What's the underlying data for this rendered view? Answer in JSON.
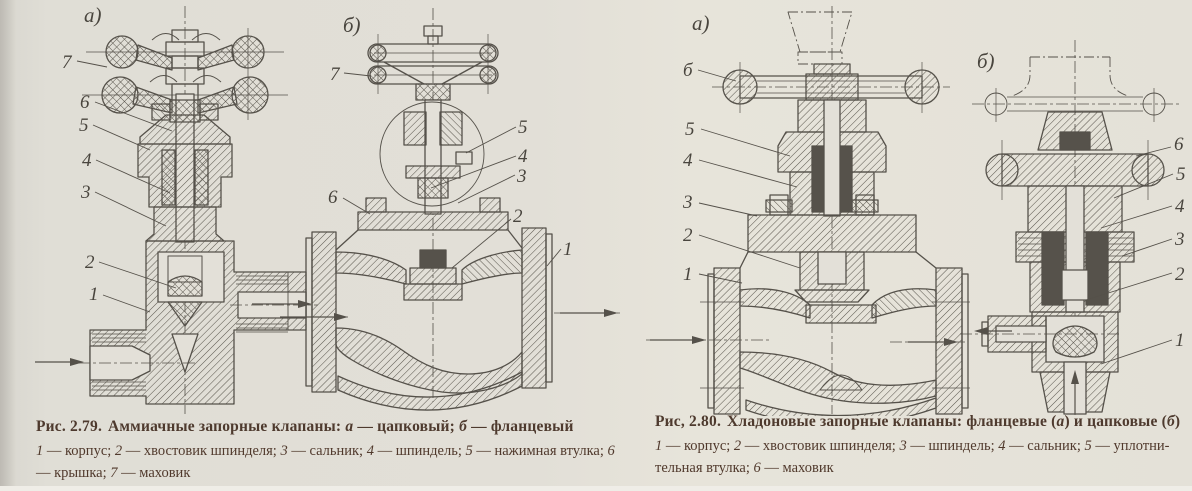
{
  "page": {
    "bg": "#e3e0d8",
    "ink": "#55514a",
    "caption_color": "#4e3a2e"
  },
  "fig79": {
    "number": "Рис. 2.79.",
    "title_segments": [
      {
        "t": "Аммиачные запорные клапаны:  "
      },
      {
        "t": "а",
        "i": true
      },
      {
        "t": " — цапковый;  "
      },
      {
        "t": "б",
        "i": true
      },
      {
        "t": " — фланцевый"
      }
    ],
    "parts": [
      {
        "num": "1",
        "name": "корпус"
      },
      {
        "num": "2",
        "name": "хвостовик шпинделя"
      },
      {
        "num": "3",
        "name": "сальник"
      },
      {
        "num": "4",
        "name": "шпиндель"
      },
      {
        "num": "5",
        "name": "нажимная втулка"
      },
      {
        "num": "6",
        "name": "крышка"
      },
      {
        "num": "7",
        "name": "маховик"
      }
    ],
    "sub_a": "а)",
    "sub_b": "б)",
    "callouts_a": [
      "7",
      "6",
      "5",
      "4",
      "3",
      "2",
      "1"
    ],
    "callouts_b": [
      "7",
      "6",
      "5",
      "4",
      "3",
      "2",
      "1"
    ]
  },
  "fig80": {
    "number": "Рис, 2.80.",
    "title_segments": [
      {
        "t": "Хладоновые запорные клапаны: фланцевые ("
      },
      {
        "t": "а",
        "i": true
      },
      {
        "t": ") и цапковые ("
      },
      {
        "t": "б",
        "i": true
      },
      {
        "t": ")"
      }
    ],
    "parts": [
      {
        "num": "1",
        "name": "корпус"
      },
      {
        "num": "2",
        "name": "хвостовик шпинделя"
      },
      {
        "num": "3",
        "name": "шпиндель"
      },
      {
        "num": "4",
        "name": "сальник"
      },
      {
        "num": "5",
        "name": "уплотни­тельная втулка"
      },
      {
        "num": "6",
        "name": "маховик"
      }
    ],
    "sub_a": "а)",
    "sub_b": "б)",
    "callouts_a": [
      "б",
      "5",
      "4",
      "3",
      "2",
      "1"
    ],
    "callouts_b": [
      "6",
      "5",
      "4",
      "3",
      "2",
      "1"
    ]
  }
}
